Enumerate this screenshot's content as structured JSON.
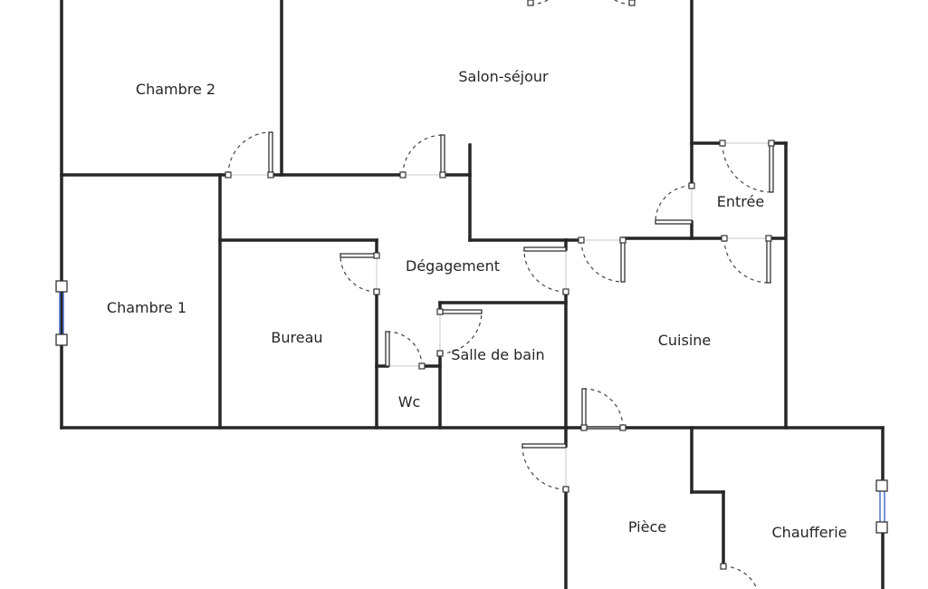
{
  "plan": {
    "rooms": [
      {
        "id": "chambre-2",
        "label": "Chambre 2"
      },
      {
        "id": "salon-sejour",
        "label": "Salon-séjour"
      },
      {
        "id": "entree",
        "label": "Entrée"
      },
      {
        "id": "degagement",
        "label": "Dégagement"
      },
      {
        "id": "chambre-1",
        "label": "Chambre 1"
      },
      {
        "id": "bureau",
        "label": "Bureau"
      },
      {
        "id": "salle-de-bain",
        "label": "Salle de bain"
      },
      {
        "id": "cuisine",
        "label": "Cuisine"
      },
      {
        "id": "wc",
        "label": "Wc"
      },
      {
        "id": "piece",
        "label": "Pièce"
      },
      {
        "id": "chaufferie",
        "label": "Chaufferie"
      }
    ],
    "colors": {
      "wall": "#262626",
      "window_glass": "#4d6fd0",
      "background": "#ffffff"
    }
  }
}
